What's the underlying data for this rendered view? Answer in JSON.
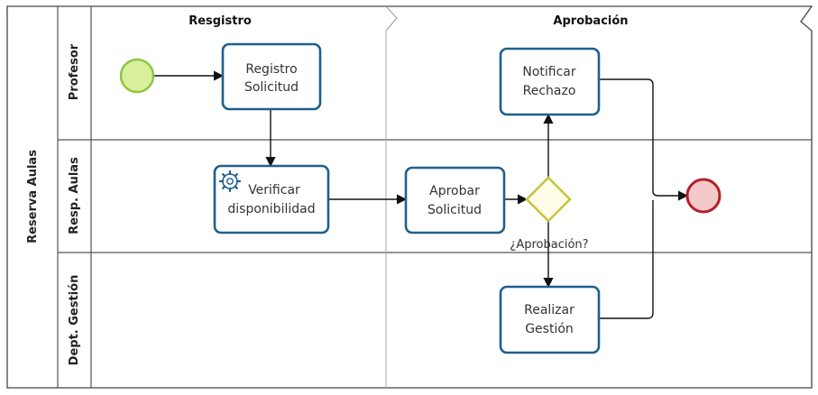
{
  "pool": {
    "label": "Reserva Aulas"
  },
  "phases": [
    {
      "id": "registro",
      "label": "Resgistro"
    },
    {
      "id": "aprobacion",
      "label": "Aprobación"
    }
  ],
  "lanes": [
    {
      "id": "profesor",
      "label": "Profesor"
    },
    {
      "id": "resp-aulas",
      "label": "Resp. Aulas"
    },
    {
      "id": "dept-gestion",
      "label": "Dept. Gestión"
    }
  ],
  "tasks": [
    {
      "id": "registro-solicitud",
      "lines": [
        "Registro",
        "Solicitud"
      ],
      "type": "task"
    },
    {
      "id": "verificar-disponibilidad",
      "lines": [
        "Verificar",
        "disponibilidad"
      ],
      "type": "service-task"
    },
    {
      "id": "aprobar-solicitud",
      "lines": [
        "Aprobar",
        "Solicitud"
      ],
      "type": "task"
    },
    {
      "id": "notificar-rechazo",
      "lines": [
        "Notificar",
        "Rechazo"
      ],
      "type": "task"
    },
    {
      "id": "realizar-gestion",
      "lines": [
        "Realizar",
        "Gestión"
      ],
      "type": "task"
    }
  ],
  "gateway": {
    "id": "aprobacion-gateway",
    "label": "¿Aprobación?",
    "type": "exclusive"
  },
  "events": [
    {
      "id": "start",
      "type": "start",
      "color": "#8cc63f"
    },
    {
      "id": "end",
      "type": "end",
      "color": "#b2202a"
    }
  ],
  "colors": {
    "task_border": "#1f5f8f",
    "gateway_border": "#c9c33a",
    "start_fill": "#d8ef9c",
    "end_fill": "#f3c9c9"
  }
}
